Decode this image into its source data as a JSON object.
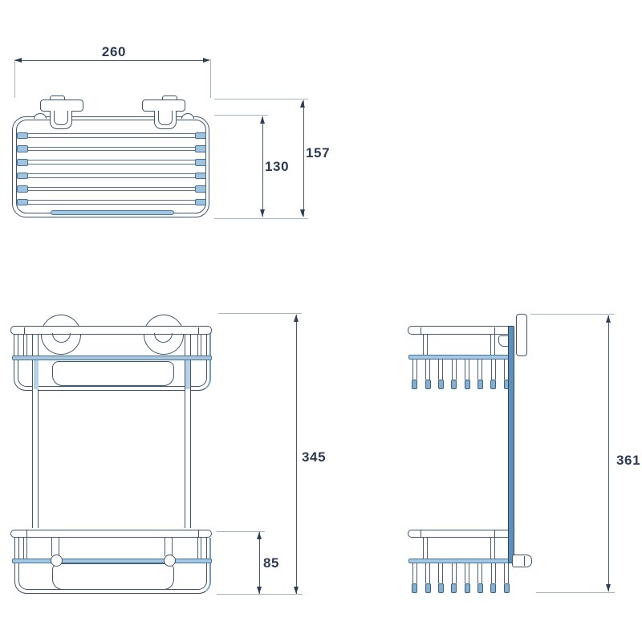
{
  "dimensions": {
    "top_view": {
      "width": "260",
      "basket_height": "130",
      "overall_height": "157"
    },
    "front_view": {
      "overall_height": "345",
      "lower_basket_height": "85"
    },
    "side_view": {
      "overall_height": "361"
    }
  },
  "colors": {
    "outline": "#41566c",
    "accent_blue": "#5d8fba",
    "accent_blue_light": "#a6c7de",
    "dimension_line": "#4a5b70",
    "extension_line": "#a8b2bd",
    "label_text": "#2c3a54",
    "background": "#ffffff"
  }
}
